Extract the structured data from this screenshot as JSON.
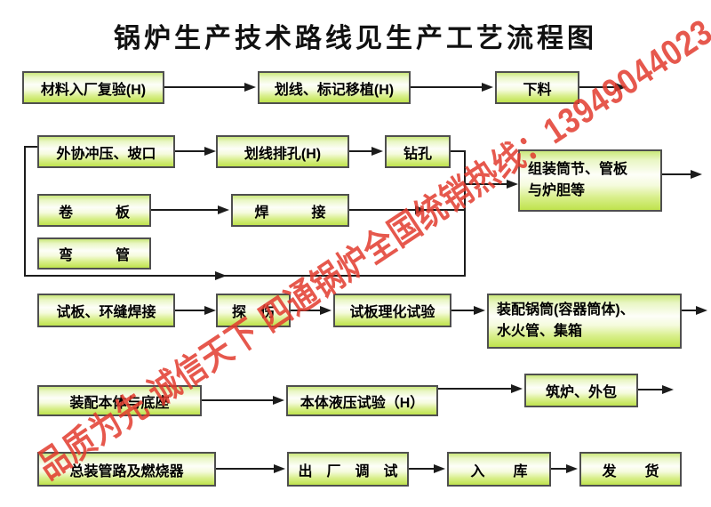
{
  "title": "锅炉生产技术路线见生产工艺流程图",
  "watermark": {
    "text": "品质为先 诚信天下 四通锅炉全国统销热线：13949044023",
    "color": "#e23b2e"
  },
  "colors": {
    "box_gradient_top": "#cbe87b",
    "box_gradient_middle": "#fdfef8",
    "box_gradient_bottom": "#bfe34d",
    "box_border": "#4f4f4f",
    "connector_line": "#1c1c1c",
    "title_text": "#111111"
  },
  "nodes": {
    "material_recheck": "材料入厂复验(H)",
    "marking_transplant": "划线、标记移植(H)",
    "cutting": "下料",
    "outsource_stamping": "外协冲压、坡口",
    "line_drilling_marking": "划线排孔(H)",
    "drilling": "钻孔",
    "assembly_shell": {
      "line1": "组装筒节、管板",
      "line2": "与炉胆等"
    },
    "plate_rolling": "卷　　　板",
    "welding": "焊　　　接",
    "pipe_bending": "弯　　　管",
    "test_plate_welding": "试板、环缝焊接",
    "flaw_detection": "探　伤",
    "test_plate_physchem": "试板理化试验",
    "drum_assembly": {
      "line1": "装配锅筒(容器筒体)、",
      "line2": "水火管、集箱"
    },
    "body_base_assembly": "装配本体与底座",
    "hydraulic_test": "本体液压试验（H）",
    "furnace_building": "筑炉、外包",
    "final_assembly_piping": "总装管路及燃烧器",
    "factory_debugging": "出　厂　调　试",
    "warehousing": "入　　库",
    "delivery": "发　　货"
  }
}
